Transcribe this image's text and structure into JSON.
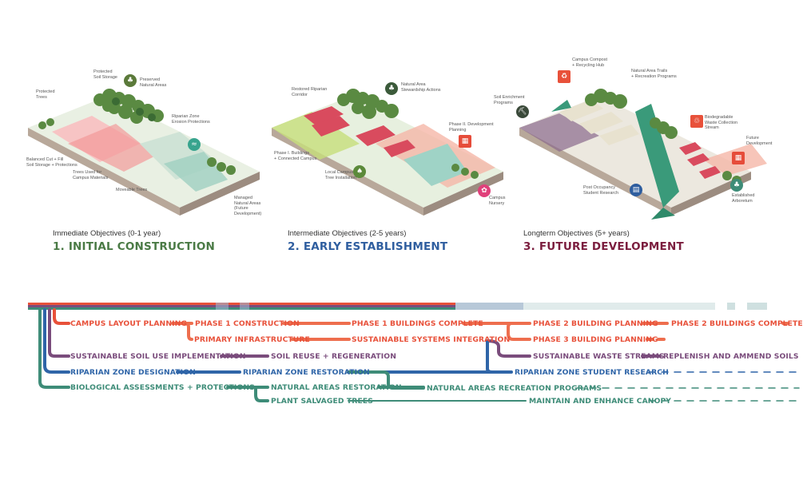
{
  "colors": {
    "red": "#e8513a",
    "pink": "#e64c67",
    "orange": "#ee6e4e",
    "purple": "#7a4c7c",
    "blue": "#2f65a8",
    "teal": "#3e8c78",
    "green1": "#4a7a45",
    "green2": "#2f5e9f",
    "maroon": "#7b1d3e",
    "gray": "#555555"
  },
  "phases": [
    {
      "objective": "Immediate Objectives (0-1 year)",
      "title": "1. INITIAL CONSTRUCTION",
      "labels": {
        "protected_trees": "Protected\nTrees",
        "soil_storage": "Protected\nSoil Storage",
        "preserved": "Preserved\nNatural Areas",
        "riparian": "Riparian Zone\nErosion Protections",
        "balanced": "Balanced Cut + Fill\nSoil Storage + Protections",
        "trees_used": "Trees Used for\nCampus Materials",
        "moveable": "Moveable Trees",
        "managed": "Managed Natural Areas\n(Future Development)"
      }
    },
    {
      "objective": "Intermediate Objectives (2-5 years)",
      "title": "2. EARLY ESTABLISHMENT",
      "labels": {
        "restored": "Restored Riparian\nCorridor",
        "stewardship": "Natural Area\nStewardship Actions",
        "phase2": "Phase II. Development\nPlanning",
        "phase1": "Phase I. Buildings\n+ Connected Campus",
        "local": "Local Campus\nTree Installation",
        "nursery": "Campus Nursery"
      }
    },
    {
      "objective": "Longterm Objectives (5+ years)",
      "title": "3. FUTURE DEVELOPMENT",
      "labels": {
        "compost": "Campus Compost\n+ Recycling Hub",
        "trails": "Natural Area Trails\n+ Recreation Programs",
        "soil": "Soil Enrichment\nPrograms",
        "biodegradable": "Biodegradable\nWaste Collection Stream",
        "future": "Future\nDevelopment",
        "post": "Post Occupancy\nStudent Research",
        "arboretum": "Established\nArboretum"
      }
    }
  ],
  "timeline": {
    "campus_layout": "CAMPUS LAYOUT PLANNING",
    "phase1_construction": "PHASE 1 CONSTRUCTION",
    "phase1_complete": "PHASE 1 BUILDINGS COMPLETE",
    "phase2_planning": "PHASE 2 BUILDING PLANNING",
    "phase2_complete": "PHASE 2 BUILDINGS COMPLETE",
    "primary_infra": "PRIMARY INFRASTRUCTURE",
    "sustainable_systems": "SUSTAINABLE SYSTEMS INTEGRATION",
    "phase3_planning": "PHASE 3 BUILDING PLANNING",
    "soil_use": "SUSTAINABLE SOIL USE IMPLEMENTATION",
    "soil_reuse": "SOIL REUSE + REGENERATION",
    "waste": "SUSTAINABLE WASTE STREAMS",
    "replenish": "REPLENISH AND AMMEND SOILS",
    "riparian_designation": "RIPARIAN ZONE DESIGNATION",
    "riparian_restoration": "RIPARIAN ZONE RESTORATION",
    "riparian_research": "RIPARIAN ZONE STUDENT RESEARCH",
    "bio_assess": "BIOLOGICAL ASSESSMENTS + PROTECTIONS",
    "natural_restoration": "NATURAL AREAS RESTORATION",
    "natural_recreation": "NATURAL AREAS RECREATION PROGRAMS",
    "plant_trees": "PLANT SALVAGED TREES",
    "canopy": "MAINTAIN AND ENHANCE CANOPY"
  }
}
